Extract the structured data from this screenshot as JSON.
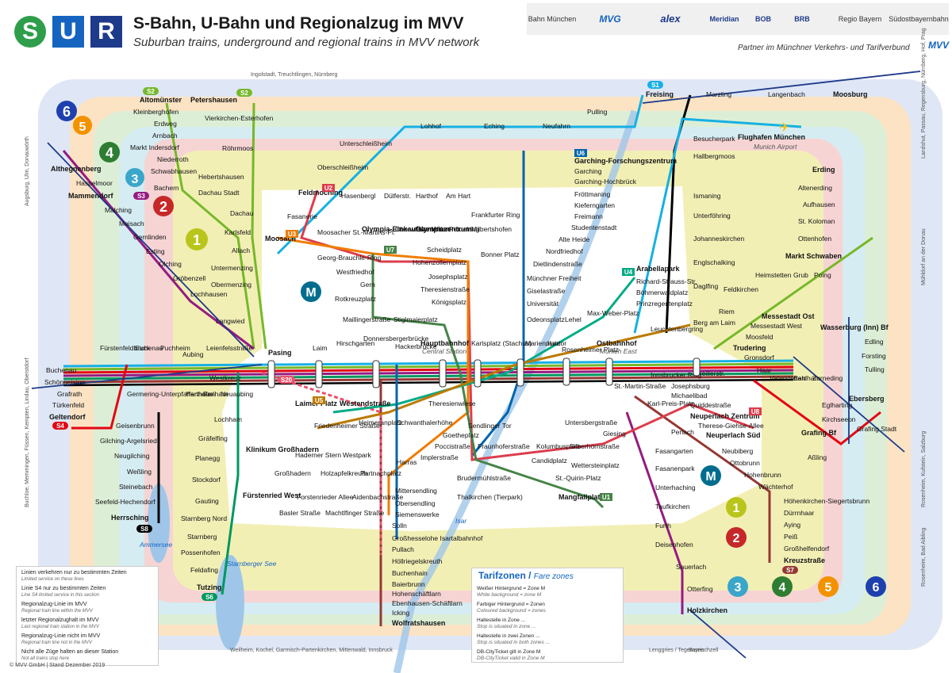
{
  "header": {
    "logo_letters": [
      "S",
      "U",
      "R"
    ],
    "title": "S-Bahn, U-Bahn und Regionalzug im MVV",
    "subtitle": "Suburban trains, underground and regional trains in MVV network",
    "partners": [
      "Bahn München",
      "MVG",
      "alex",
      "Meridian",
      "BOB",
      "BRB",
      "Regio Bayern",
      "Südostbayernbahn"
    ],
    "tagline": "Partner im Münchner Verkehrs- und Tarifverbund",
    "mvv_mark": "MVV"
  },
  "colors": {
    "s_green": "#2e9e4a",
    "u_blue": "#1565c0",
    "r_blue": "#1e3a8a",
    "zone_m": "#ffffff",
    "zone1": "#f2efb5",
    "zone2": "#f7d4d4",
    "zone3": "#d5ecf2",
    "zone4": "#dcefd6",
    "zone5": "#fbe3c4",
    "zone6": "#dfe6f5",
    "s1": "#16b0e4",
    "s2": "#76b82a",
    "s3": "#951b81",
    "s4": "#e30613",
    "s6": "#00975f",
    "s7": "#963833",
    "s8": "#000000",
    "s20": "#ea516d",
    "u1": "#468447",
    "u2": "#dd3d4d",
    "u3": "#ef7c00",
    "u4": "#00ab85",
    "u5": "#bc7a00",
    "u6": "#0065ae",
    "u7": "#468447",
    "u8": "#dd3d4d"
  },
  "zones": [
    "M",
    "1",
    "2",
    "3",
    "4",
    "5",
    "6"
  ],
  "map": {
    "top_direction": "Ingolstadt, Treuchtlingen, Nürnberg",
    "bottom_direction": "Weilheim, Kochel, Garmisch-Partenkirchen, Mittenwald, Innsbruck",
    "left_direction_top": "Augsburg, Ulm, Donauwörth",
    "left_direction_bottom": "Buchloe, Memmingen, Füssen, Kempten, Lindau, Oberstdorf",
    "right_direction_top": "Landshut, Passau, Regensburg, Nürnberg, Hof, Prag",
    "right_direction_mid": "Mühldorf an der Donau",
    "right_direction_bottom": "Rosenheim, Kufstein, Salzburg",
    "right_direction_bottom2": "Rosenheim, Bad Aibling",
    "bottom_direction_right": "Lenggries / Tegernsee",
    "bottom_direction_right2": "Bayrischzell",
    "airport": "Flughafen München",
    "airport_en": "Munich Airport",
    "central_station": "Hauptbahnhof",
    "central_station_en": "Central Station",
    "east_station": "Ostbahnhof",
    "east_station_en": "Munich East",
    "lake1": "Ammersee",
    "lake2": "Starnberger See",
    "river": "Isar",
    "line_badges": [
      "S1",
      "S2",
      "S3",
      "S4",
      "S6",
      "S7",
      "S8",
      "S20",
      "U1",
      "U2",
      "U3",
      "U4",
      "U5",
      "U6",
      "U7",
      "U8"
    ],
    "stations_north": [
      "Altomünster",
      "Kleinberghofen",
      "Erdweg",
      "Arnbach",
      "Markt Indersdorf",
      "Niederroth",
      "Schwabhausen",
      "Bachern",
      "Dachau Stadt",
      "Petershausen",
      "Vierkirchen-Esterhofen",
      "Röhrmoos",
      "Hebertshausen",
      "Dachau",
      "Karlsfeld",
      "Allach",
      "Untermenzing",
      "Obermenzing",
      "Lohhof",
      "Unterschleißheim",
      "Oberschleißheim",
      "Feldmoching",
      "Fasanerie",
      "Moosach",
      "Eching",
      "Neufahrn",
      "Pulling",
      "Freising",
      "Marzling",
      "Langenbach",
      "Moosburg",
      "Besucherpark",
      "Hallbergmoos",
      "Ismaning",
      "Unterföhring",
      "Johanneskirchen",
      "Englschalking",
      "Daglfing"
    ],
    "stations_west": [
      "Althegnenberg",
      "Haspelmoor",
      "Mammendorf",
      "Malching",
      "Maisach",
      "Gernlinden",
      "Esting",
      "Olching",
      "Gröbenzell",
      "Lochhausen",
      "Langwied",
      "Fürstenfeldbruck",
      "Eichenau",
      "Puchheim",
      "Aubing",
      "Leienfelsstraße",
      "Pasing",
      "Buchenau",
      "Schöngeising",
      "Grafrath",
      "Türkenfeld",
      "Geltendorf",
      "Westkreuz",
      "Germering-Unterpfaffenhofen",
      "Harthaus",
      "Freiham",
      "Neuaubing",
      "Lochham",
      "Gräfelfing",
      "Planegg",
      "Stockdorf",
      "Gauting",
      "Starnberg Nord",
      "Starnberg",
      "Possenhofen",
      "Feldafing",
      "Tutzing",
      "Geisenbrunn",
      "Gilching-Argelsried",
      "Neugilching",
      "Weßling",
      "Steinebach",
      "Seefeld-Hechendorf",
      "Herrsching"
    ],
    "stations_center": [
      "Laim",
      "Hirschgarten",
      "Donnersbergerbrücke",
      "Hackerbrücke",
      "Hauptbahnhof",
      "Karlsplatz (Stachus)",
      "Marienplatz",
      "Isartor",
      "Rosenheimer Platz",
      "Ostbahnhof",
      "Leuchtenbergring",
      "Berg am Laim",
      "Trudering",
      "Moosfeld",
      "Messestadt West",
      "Messestadt Ost",
      "Riem",
      "Feldkirchen",
      "Heimstetten",
      "Grub",
      "Poing",
      "Markt Schwaben"
    ],
    "stations_u": [
      "Garching-Forschungszentrum",
      "Garching",
      "Garching-Hochbrück",
      "Fröttmaning",
      "Kieferngarten",
      "Freimann",
      "Studentenstadt",
      "Alte Heide",
      "Nordfriedhof",
      "Dietlindenstraße",
      "Münchner Freiheit",
      "Giselastraße",
      "Universität",
      "Odeonsplatz",
      "Lehel",
      "Max-Weber-Platz",
      "Arabellapark",
      "Richard-Strauss-Str.",
      "Böhmerwaldplatz",
      "Prinzregentenplatz",
      "Hasenbergl",
      "Dülferstr.",
      "Harthof",
      "Am Hart",
      "Frankfurter Ring",
      "Milbertshofen",
      "Scheidplatz",
      "Bonner Platz",
      "Petuelring",
      "Olympiazentrum",
      "Oberwiesenfeld",
      "Olympia-Einkaufszentrum",
      "Moosacher St.-Martins-Pl.",
      "Georg-Brauchle-Ring",
      "Westfriedhof",
      "Gern",
      "Rotkreuzplatz",
      "Maillingerstraße",
      "Stiglmaierplatz",
      "Hohenzollernplatz",
      "Josephsplatz",
      "Theresienstraße",
      "Königsplatz"
    ],
    "stations_south": [
      "Theresienwiese",
      "Schwanthalerhöhe",
      "Heimeranplatz",
      "Westendstraße",
      "Laimer Platz",
      "Friedenheimer Straße",
      "Klinikum Großhadern",
      "Großhadern",
      "Haderner Stern",
      "Holzapfelkreuth",
      "Westpark",
      "Partnachplatz",
      "Fürstenried West",
      "Basler Straße",
      "Forstenrieder Allee",
      "Machtlfinger Straße",
      "Aidenbachstraße",
      "Harras",
      "Implerstraße",
      "Poccistraße",
      "Goetheplatz",
      "Sendlinger Tor",
      "Fraunhoferstraße",
      "Kolumbusplatz",
      "Candidplatz",
      "Wettersteinplatz",
      "St.-Quirin-Platz",
      "Mangfallplatz",
      "Silberhornstraße",
      "Untersbergstraße",
      "Giesing",
      "St.-Martin-Straße",
      "Innsbrucker Ring",
      "Josephsburg",
      "Kreillerstr.",
      "Michaelibad",
      "Quiddestraße",
      "Neuperlach Zentrum",
      "Therese-Giehse-Allee",
      "Neuperlach Süd",
      "Karl-Preis-Platz",
      "Perlach",
      "Neubiberg",
      "Ottobrunn",
      "Hohenbrunn",
      "Wächterhof",
      "Höhenkirchen-Siegertsbrunn",
      "Dürrnhaar",
      "Aying",
      "Peiß",
      "Großhelfendorf",
      "Kreuzstraße",
      "Fasangarten",
      "Fasanenpark",
      "Unterhaching",
      "Taufkirchen",
      "Furth",
      "Deisenhofen",
      "Sauerlach",
      "Otterfing",
      "Holzkirchen",
      "Mittersendling",
      "Obersendling",
      "Brudermühlstraße",
      "Thalkirchen (Tierpark)",
      "Siemenswerke",
      "Solln",
      "Großhesselohe Isartalbahnhof",
      "Pullach",
      "Höllriegelskreuth",
      "Buchenhain",
      "Baierbrunn",
      "Hohenschäftlarn",
      "Ebenhausen-Schäftlarn",
      "Icking",
      "Wolfratshausen"
    ],
    "stations_east": [
      "Haar",
      "Vaterstetten",
      "Baldham",
      "Zorneding",
      "Eglharting",
      "Kirchseeon",
      "Grafing Bf",
      "Grafing Stadt",
      "Ebersberg",
      "Aßling",
      "Gronsdorf",
      "Wasserburg (Inn) Bf",
      "Edling",
      "Forsting",
      "Tulling",
      "Erding",
      "Altenerding",
      "Aufhausen",
      "St. Koloman",
      "Ottenhofen"
    ]
  },
  "legend": {
    "rows": [
      {
        "de": "Linien verkehren nur zu bestimmten Zeiten",
        "en": "Limited service on these lines"
      },
      {
        "de": "Linie S4 nur zu bestimmten Zeiten",
        "en": "Line S4 limited service in this section"
      },
      {
        "de": "Regionalzug-Linie im MVV",
        "en": "Regional train line within the MVV"
      },
      {
        "de": "letzter Regionalzughalt im MVV",
        "en": "Last regional train station in the MVV"
      },
      {
        "de": "Regionalzug-Linie nicht im MVV",
        "en": "Regional train line not in the MVV"
      },
      {
        "de": "Nicht alle Züge halten an dieser Station",
        "en": "Not all trains stop here"
      }
    ],
    "copyright": "© MVV GmbH | Stand Dezember 2019"
  },
  "tarif": {
    "title": "Tarifzonen",
    "title_en": "Fare zones",
    "rows": [
      {
        "de": "Weißer Hintergrund = Zone M",
        "en": "White background = zone M"
      },
      {
        "de": "Farbiger Hintergrund = Zonen",
        "en": "Coloured background = zones"
      },
      {
        "de": "Haltestelle in Zone ...",
        "en": "Stop is situated in zone ..."
      },
      {
        "de": "Haltestelle in zwei Zonen ...",
        "en": "Stop is situated in both zones ..."
      },
      {
        "de": "DB-CityTicket gilt in Zone M",
        "en": "DB-CityTicket valid in Zone M"
      }
    ]
  }
}
